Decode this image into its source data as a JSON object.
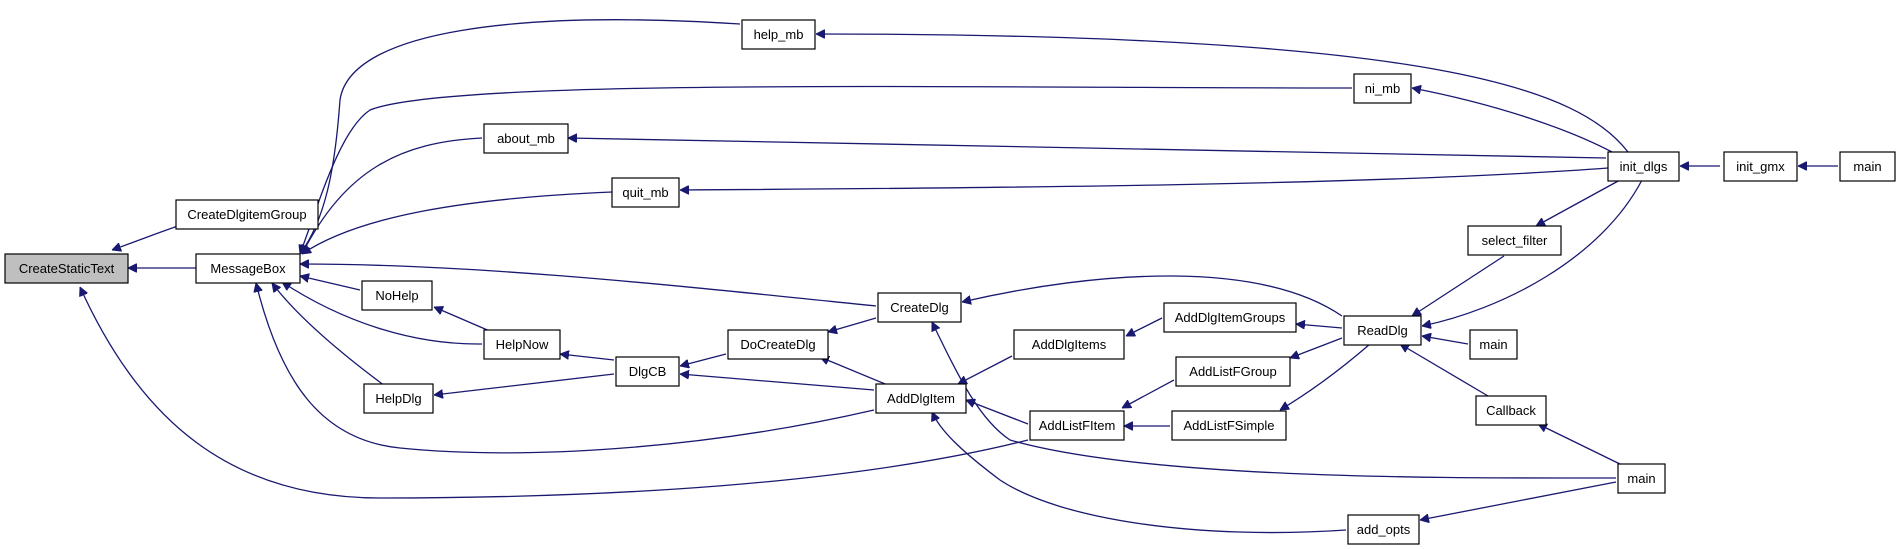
{
  "colors": {
    "edge": "#191970",
    "root_fill": "#bfbfbf",
    "node_fill": "#ffffff",
    "node_border": "#000000"
  },
  "nodes": {
    "create_static_text": "CreateStaticText",
    "message_box": "MessageBox",
    "create_dlgitem_group": "CreateDlgitemGroup",
    "help_mb": "help_mb",
    "ni_mb": "ni_mb",
    "about_mb": "about_mb",
    "quit_mb": "quit_mb",
    "no_help": "NoHelp",
    "help_now": "HelpNow",
    "help_dlg": "HelpDlg",
    "dlg_cb": "DlgCB",
    "do_create_dlg": "DoCreateDlg",
    "create_dlg": "CreateDlg",
    "add_dlg_item": "AddDlgItem",
    "add_dlg_items": "AddDlgItems",
    "add_list_f_item": "AddListFItem",
    "add_dlg_item_groups": "AddDlgItemGroups",
    "add_list_f_group": "AddListFGroup",
    "add_list_f_simple": "AddListFSimple",
    "add_opts": "add_opts",
    "read_dlg": "ReadDlg",
    "select_filter": "select_filter",
    "main_a": "main",
    "callback": "Callback",
    "main_b": "main",
    "init_dlgs": "init_dlgs",
    "init_gmx": "init_gmx",
    "main_c": "main"
  }
}
